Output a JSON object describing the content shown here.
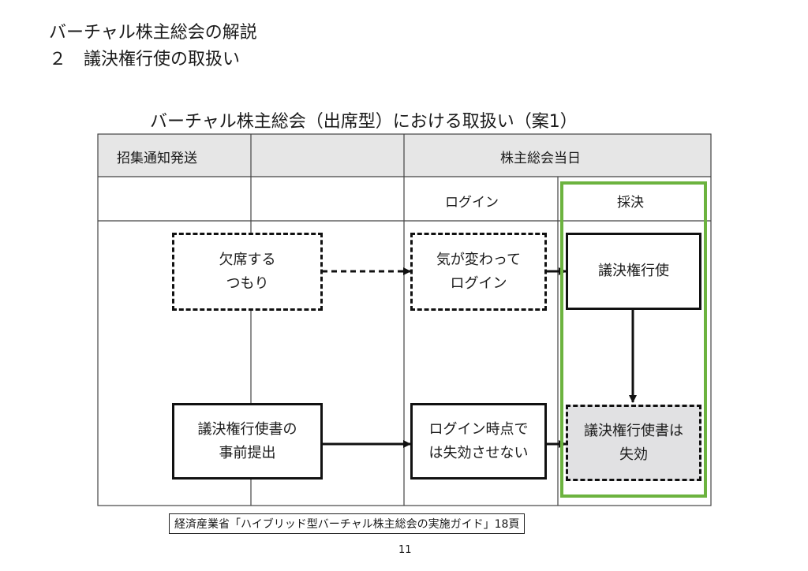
{
  "slide": {
    "header_line1": "バーチャル株主総会の解説",
    "header_line2": "２　議決権行使の取扱い",
    "title": "バーチャル株主総会（出席型）における取扱い（案1）",
    "page_number": "11"
  },
  "table": {
    "col_headers": [
      "招集通知発送",
      "株主総会当日"
    ],
    "sub_headers": [
      "ログイン",
      "採決"
    ]
  },
  "boxes": {
    "absent_plan": "欠席する\nつもり",
    "changed_mind_login": "気が変わって\nログイン",
    "vote": "議決権行使",
    "proxy_submit": "議決権行使書の\n事前提出",
    "no_invalidate": "ログイン時点で\nは失効させない",
    "proxy_invalid": "議決権行使書は\n失効"
  },
  "source": "経済産業省「ハイブリッド型バーチャル株主総会の実施ガイド」18頁",
  "colors": {
    "highlight_green": "#6cb33f",
    "grey_fill": "#e1e1e3",
    "header_fill": "#e6e6e6"
  }
}
